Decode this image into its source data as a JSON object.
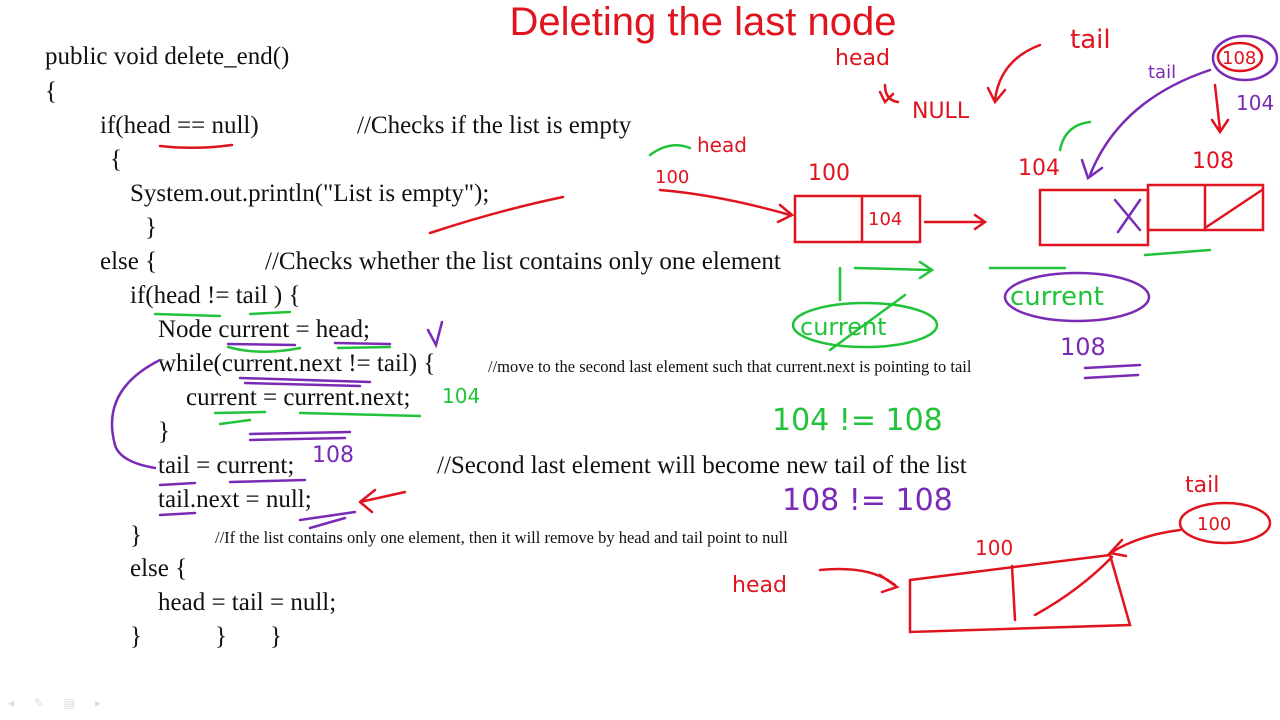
{
  "slide": {
    "title": "Deleting the last node",
    "code_lines": [
      {
        "text": "public void delete_end()"
      },
      {
        "text": "{"
      },
      {
        "text": "if(head == null)",
        "comment": "//Checks if the list is empty"
      },
      {
        "text": "{"
      },
      {
        "text": "System.out.println(\"List is empty\");"
      },
      {
        "text": "}"
      },
      {
        "text": "else {",
        "comment": "//Checks whether the list contains only one element"
      },
      {
        "text": "if(head != tail ) {"
      },
      {
        "text": "Node current = head;"
      },
      {
        "text": "while(current.next != tail) {",
        "comment": "//move to the second last element such that current.next is pointing to tail"
      },
      {
        "text": "current = current.next;"
      },
      {
        "text": "}"
      },
      {
        "text": "tail = current;",
        "comment": "//Second last element will become new tail of the list"
      },
      {
        "text": "tail.next = null;"
      },
      {
        "text": "}",
        "comment": "//If the list contains only one element, then it will remove by head and tail point to null"
      },
      {
        "text": "else {"
      },
      {
        "text": "head = tail = null;"
      },
      {
        "text": "}"
      },
      {
        "text": "}"
      },
      {
        "text": "}"
      }
    ]
  },
  "annotations": {
    "head_top": "head",
    "null_top": "NULL",
    "tail_top": "tail",
    "tail_circle": "tail",
    "addr_108_circle": "108",
    "addr_104_right": "104",
    "head_left": "head",
    "addr_100_head": "100",
    "addr_100_node": "100",
    "addr_104_in_node": "104",
    "addr_104_node": "104",
    "addr_108_node": "108",
    "current_crossed": "current",
    "current_purple": "current",
    "addr_108_purple": "108",
    "addr_104_code": "104",
    "addr_108_code": "108",
    "cmp_1": "104 != 108",
    "cmp_2": "108 != 108",
    "tail_bottom": "tail",
    "addr_100_bottom_circle": "100",
    "addr_100_bottom_node": "100",
    "head_bottom": "head"
  },
  "colors": {
    "title": "#e0141e",
    "ink_red": "#e0141e",
    "ink_green": "#22c33a",
    "ink_purple": "#7a2bb5",
    "text": "#111111"
  }
}
